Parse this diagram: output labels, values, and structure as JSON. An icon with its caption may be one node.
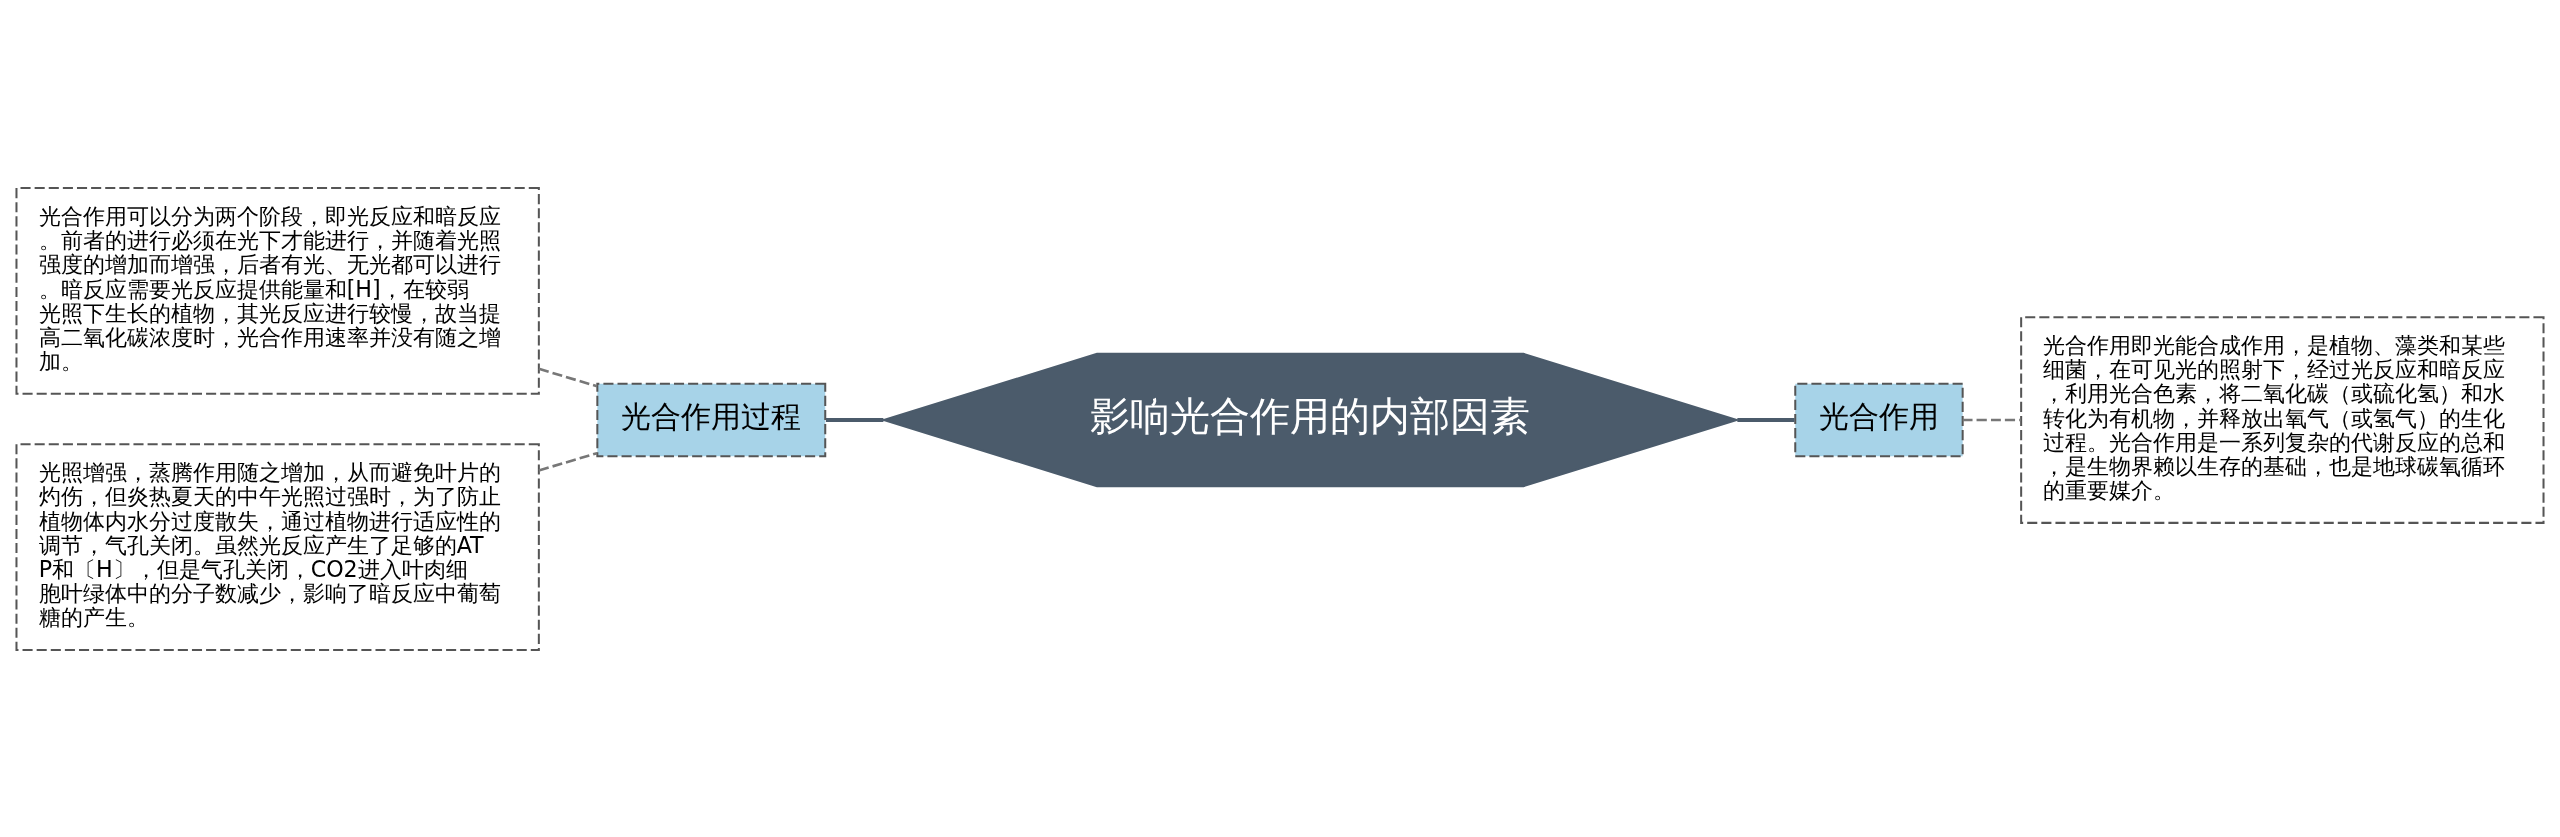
{
  "diagram": {
    "nodes": [
      {
        "text": [
          "影响光合作用的内部因素"
        ]
      },
      {
        "text": [
          "光合作用过程"
        ]
      },
      {
        "text": [
          "光合作用可以分为两个阶段，即光反应和暗反应。前者的进行必须在光下才能进行，并随着光照强度的增加而增强，后者有光、无光都可以进行。暗反应需要光反应提供能量和[H]，在较弱光照下生长的植物，其光反应进行较慢，故当提高二氧化碳浓度时，光合作用速率并没有随之增加。"
        ]
      },
      {
        "text": [
          "光照增强，蒸腾作用随之增加，从而避免叶片的灼伤，但炎热夏天的中午光照过强时，为了防止植物体内水分过度散失，通过植物进行适应性的调节，气孔关闭。虽然光反应产生了足够的ATP和〔H〕，但是气孔关闭，CO2进入叶肉细胞叶绿体中的分子数减少，影响了暗反应中葡萄糖的产生。"
        ]
      },
      {
        "text": [
          "光合作用"
        ]
      },
      {
        "text": [
          "光合作用即光能合成作用，是植物、藻类和某些细菌，在可见光的照射下，经过光反应和暗反应，利用光合色素，将二氧化碳（或硫化氢）和水转化为有机物，并释放出氧气（或氢气）的生化过程。光合作用是一系列复杂的代谢反应的总和，是生物界赖以生存的基础，也是地球碳氧循环的重要媒介。"
        ]
      }
    ],
    "edges": [
      {
        "from": 0,
        "to": 1,
        "arrow": "none",
        "color": "#4b5b6b"
      },
      {
        "from": 1,
        "to": 2,
        "arrow": "none",
        "style": "dashed"
      },
      {
        "from": 1,
        "to": 3,
        "arrow": "none",
        "style": "dashed"
      },
      {
        "from": 0,
        "to": 4,
        "arrow": "none",
        "color": "#4b5b6b"
      },
      {
        "from": 4,
        "to": 5,
        "arrow": "none",
        "style": "dashed"
      }
    ]
  }
}
